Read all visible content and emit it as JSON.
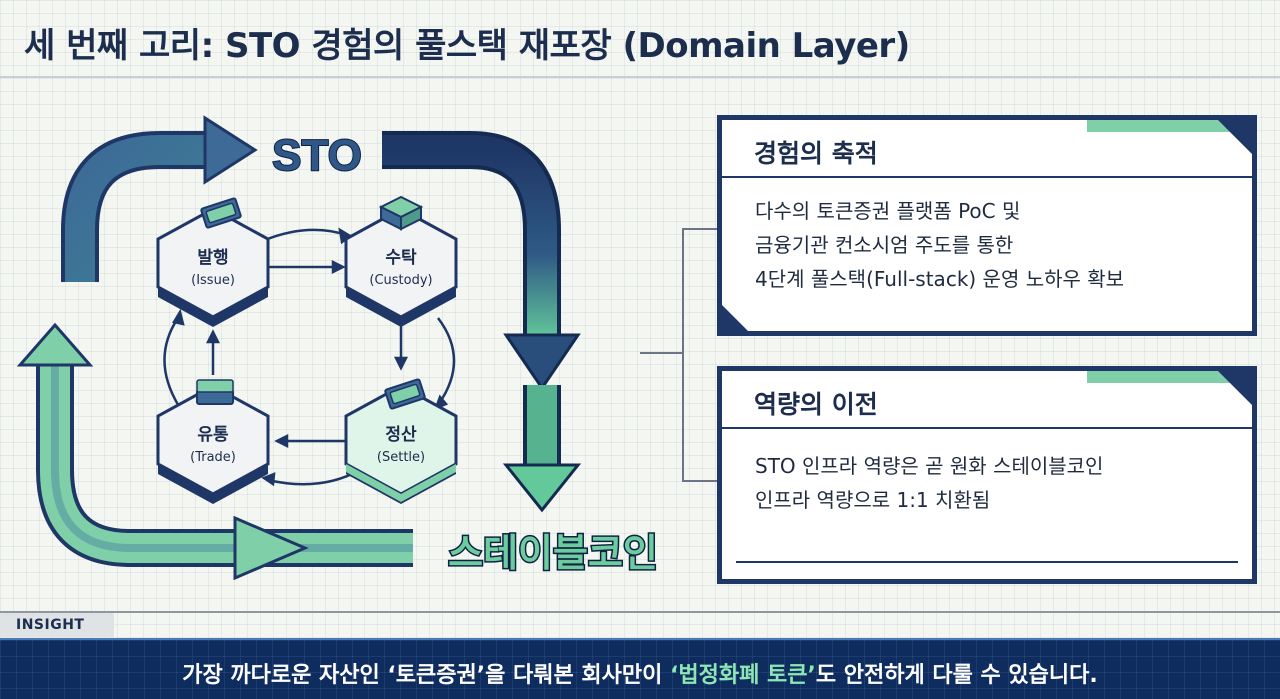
{
  "title": "세 번째 고리: STO 경험의 풀스택 재포장 (Domain Layer)",
  "cycle": {
    "top_label": "STO",
    "bottom_label": "스테이블코인",
    "nodes": [
      {
        "name": "발행",
        "sub": "(Issue)",
        "icon": "money-stack-icon"
      },
      {
        "name": "수탁",
        "sub": "(Custody)",
        "icon": "vault-box-icon"
      },
      {
        "name": "정산",
        "sub": "(Settle)",
        "icon": "money-stack-icon"
      },
      {
        "name": "유통",
        "sub": "(Trade)",
        "icon": "money-stack-icon"
      }
    ]
  },
  "panels": [
    {
      "heading": "경험의 축적",
      "lines": [
        "다수의 토큰증권 플랫폼 PoC 및",
        "금융기관 컨소시엄 주도를 통한",
        "4단계 풀스택(Full-stack) 운영 노하우 확보"
      ]
    },
    {
      "heading": "역량의 이전",
      "lines": [
        "STO 인프라 역량은 곧 원화 스테이블코인",
        "인프라 역량으로 1:1 치환됨"
      ]
    }
  ],
  "insight": {
    "tag": "INSIGHT",
    "before": "가장 까다로운 자산인 ‘토큰증권’을 다뤄본 회사만이 ",
    "highlight": "‘법정화폐 토큰’",
    "after": "도 안전하게 다룰 수 있습니다."
  },
  "colors": {
    "navy": "#1f3766",
    "mint": "#7fcfa9",
    "steel": "#3d6a97",
    "insight_bg": "#0e2c5e",
    "highlight": "#8ee6b4"
  }
}
